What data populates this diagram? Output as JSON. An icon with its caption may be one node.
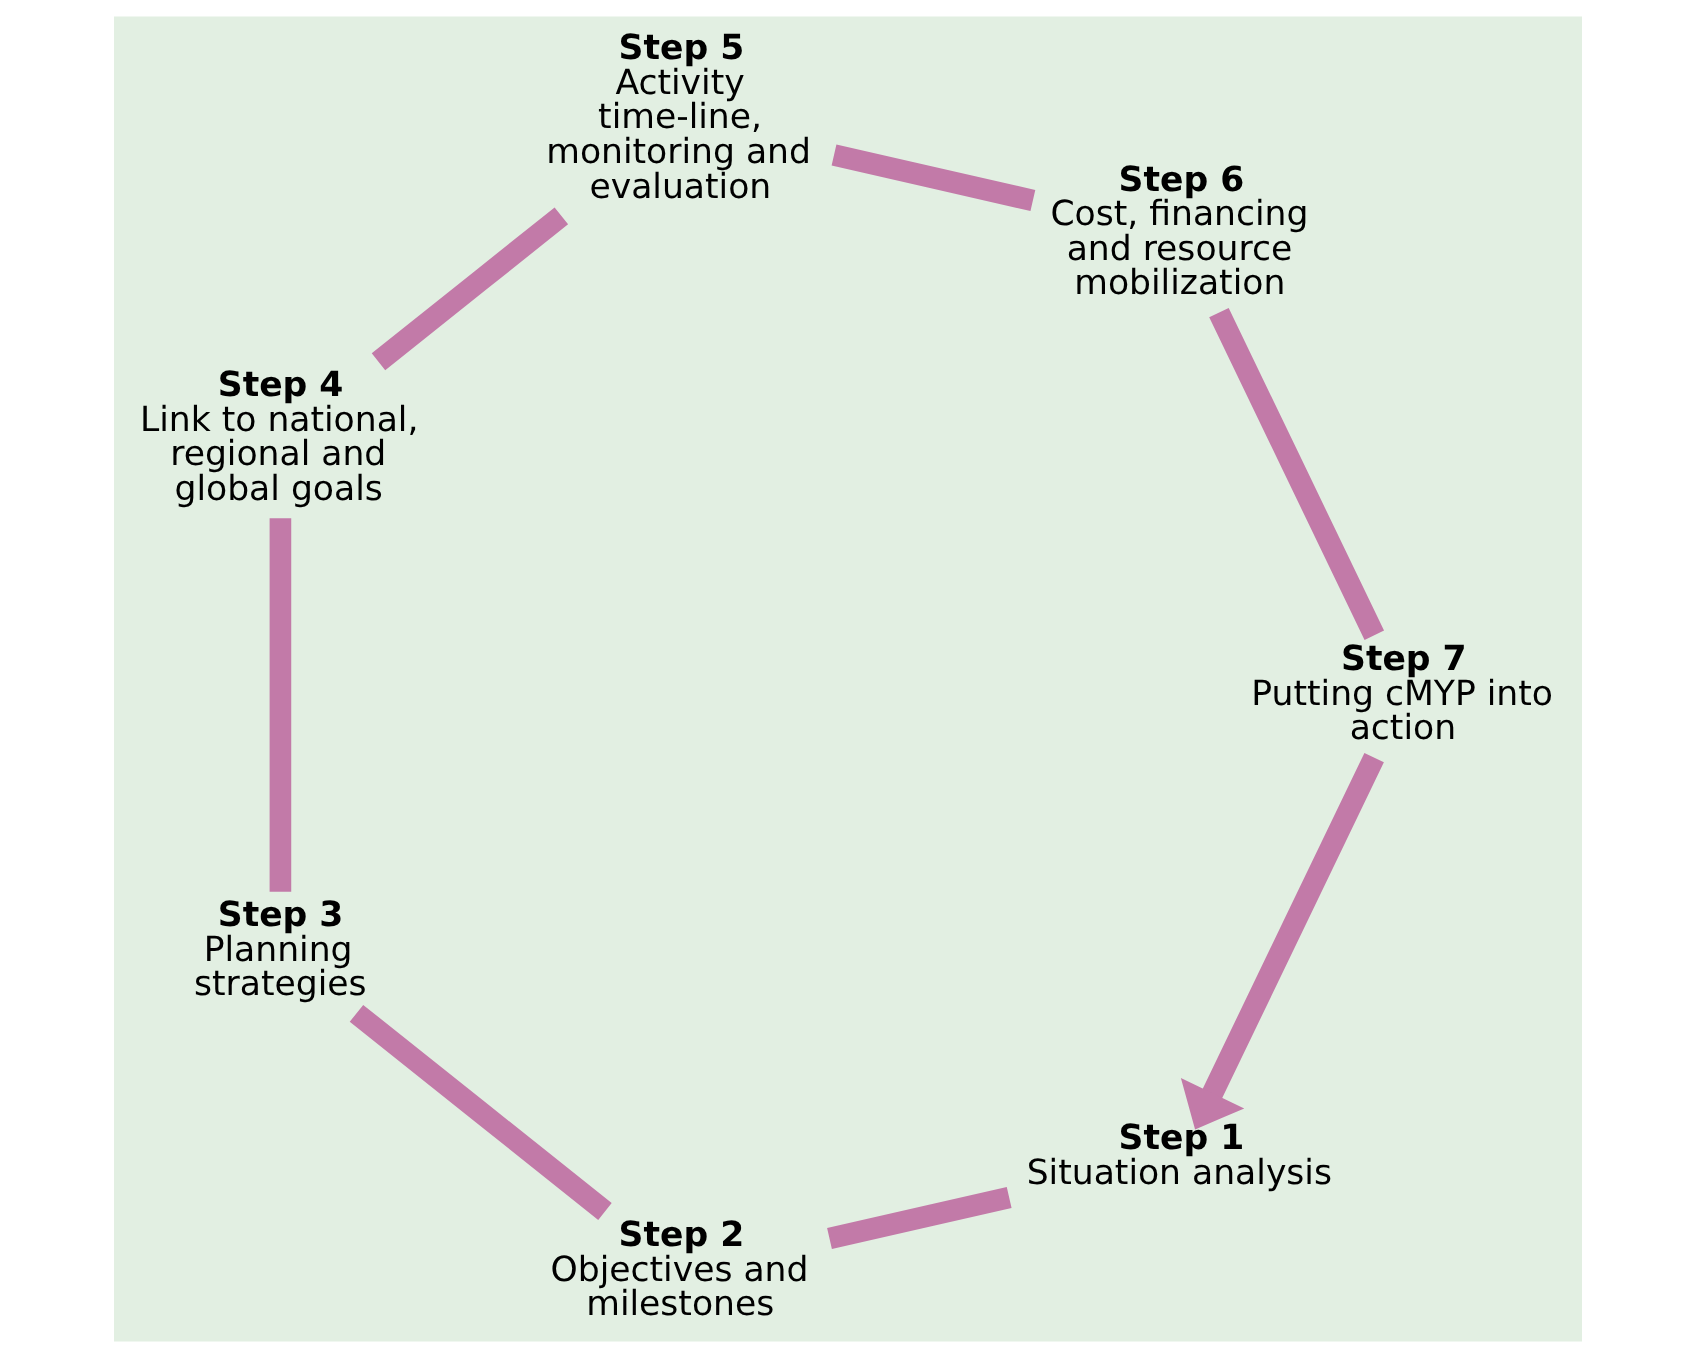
{
  "diagram": {
    "nodes": [
      {
        "text": [
          "Step 1",
          "Situation analysis"
        ]
      },
      {
        "text": [
          "Step 2",
          "Objectives and milestones"
        ]
      },
      {
        "text": [
          "Step 3",
          "Planning strategies"
        ]
      },
      {
        "text": [
          "Step 4",
          "Link to national, regional and global goals"
        ]
      },
      {
        "text": [
          "Step 5",
          "Activity time-line, monitoring and evaluation"
        ]
      },
      {
        "text": [
          "Step 6",
          "Cost, financing and resource mobilization"
        ]
      },
      {
        "text": [
          "Step 7",
          "Putting cMYP into action"
        ]
      }
    ],
    "edges": [
      {
        "from": 0,
        "to": 1,
        "arrow": "none"
      },
      {
        "from": 1,
        "to": 2,
        "arrow": "none"
      },
      {
        "from": 2,
        "to": 3,
        "arrow": "none"
      },
      {
        "from": 3,
        "to": 4,
        "arrow": "none"
      },
      {
        "from": 4,
        "to": 5,
        "arrow": "none"
      },
      {
        "from": 5,
        "to": 6,
        "arrow": "none"
      },
      {
        "from": 6,
        "to": 0,
        "arrow": "to"
      }
    ]
  }
}
